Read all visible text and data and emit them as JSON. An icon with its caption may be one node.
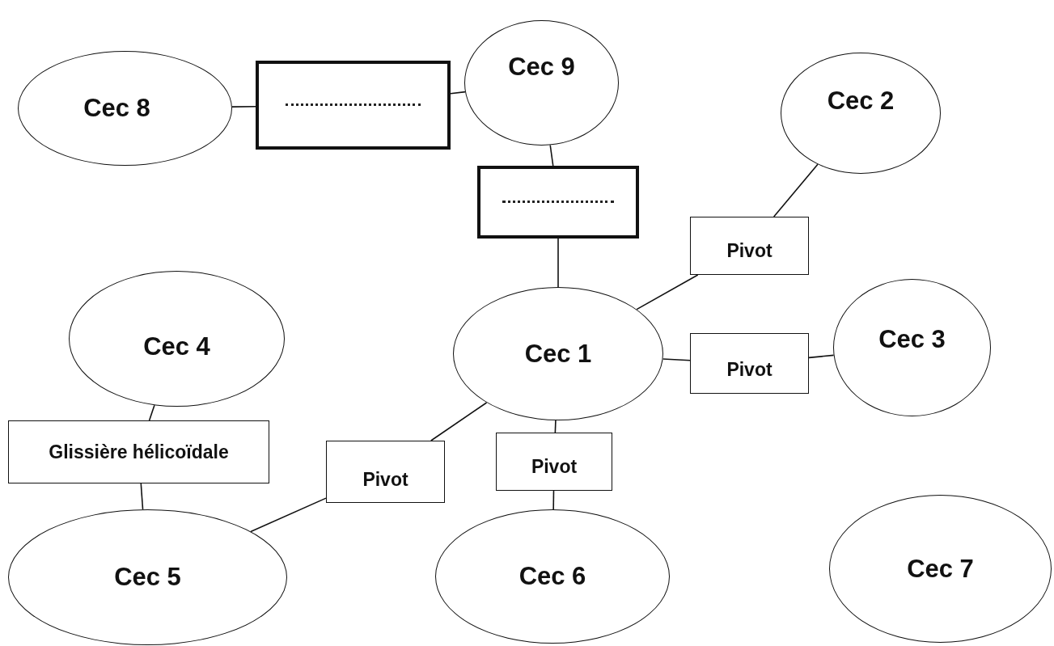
{
  "diagram": {
    "nodes": [
      {
        "text": [
          "Cec 8"
        ]
      },
      {
        "text": [],
        "shape": "box"
      },
      {
        "text": [
          "Cec 9"
        ]
      },
      {
        "text": [
          "Cec 2"
        ]
      },
      {
        "text": [],
        "shape": "box"
      },
      {
        "text": [
          "Pivot"
        ]
      },
      {
        "text": [
          "Cec 4"
        ]
      },
      {
        "text": [
          "Cec 1"
        ]
      },
      {
        "text": [
          "Pivot"
        ]
      },
      {
        "text": [
          "Cec 3"
        ]
      },
      {
        "text": [
          "Glissière hélicoïdale"
        ]
      },
      {
        "text": [
          "Pivot"
        ]
      },
      {
        "text": [
          "Pivot"
        ]
      },
      {
        "text": [
          "Cec 5"
        ]
      },
      {
        "text": [
          "Cec 6"
        ]
      },
      {
        "text": [
          "Cec 7"
        ]
      }
    ],
    "edges": [
      {
        "from": 0,
        "to": 1,
        "arrow": "none"
      },
      {
        "from": 1,
        "to": 2,
        "arrow": "none"
      },
      {
        "from": 2,
        "to": 4,
        "arrow": "none"
      },
      {
        "from": 4,
        "to": 7,
        "arrow": "none"
      },
      {
        "from": 3,
        "to": 5,
        "arrow": "none"
      },
      {
        "from": 5,
        "to": 7,
        "arrow": "none"
      },
      {
        "from": 7,
        "to": 8,
        "arrow": "none"
      },
      {
        "from": 8,
        "to": 9,
        "arrow": "none"
      },
      {
        "from": 6,
        "to": 10,
        "arrow": "none"
      },
      {
        "from": 10,
        "to": 13,
        "arrow": "none"
      },
      {
        "from": 7,
        "to": 11,
        "arrow": "none"
      },
      {
        "from": 11,
        "to": 13,
        "arrow": "none"
      },
      {
        "from": 7,
        "to": 12,
        "arrow": "none"
      },
      {
        "from": 12,
        "to": 14,
        "arrow": "none"
      }
    ]
  }
}
